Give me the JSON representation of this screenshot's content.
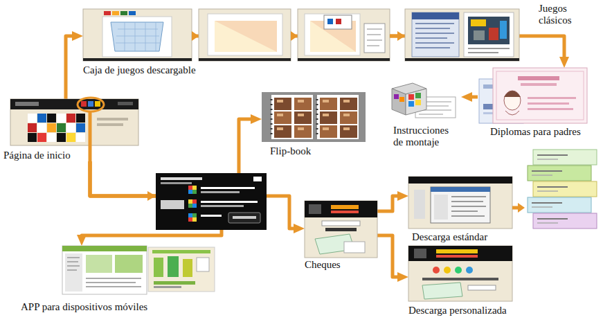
{
  "diagram": {
    "nodes": [
      {
        "text": [
          "Caja de juegos descargable"
        ]
      },
      {
        "text": [
          "Diplomas para padres"
        ]
      },
      {
        "text": [
          "Instrucciones de montaje"
        ]
      },
      {
        "text": [
          "Flip-book"
        ]
      },
      {
        "text": [
          "Página de inicio"
        ]
      },
      {
        "text": [
          "Descarga estándar"
        ]
      },
      {
        "text": [
          "Cheques"
        ]
      },
      {
        "text": [
          "APP para dispositivos móviles"
        ]
      },
      {
        "text": [
          "Descarga personalizada"
        ]
      }
    ],
    "edges": [
      {
        "from": 4,
        "to": 0,
        "arrow": "to"
      },
      {
        "from": 0,
        "to": 1,
        "arrow": "to"
      },
      {
        "from": 1,
        "to": 2,
        "arrow": "to"
      },
      {
        "from": 4,
        "to": 3,
        "arrow": "to"
      },
      {
        "from": 4,
        "to": 6,
        "arrow": "to"
      },
      {
        "from": 4,
        "to": 7,
        "arrow": "to"
      },
      {
        "from": 6,
        "to": 5,
        "arrow": "to"
      },
      {
        "from": 6,
        "to": 8,
        "arrow": "to"
      }
    ],
    "labels": [
      "Juegos clásicos"
    ]
  }
}
